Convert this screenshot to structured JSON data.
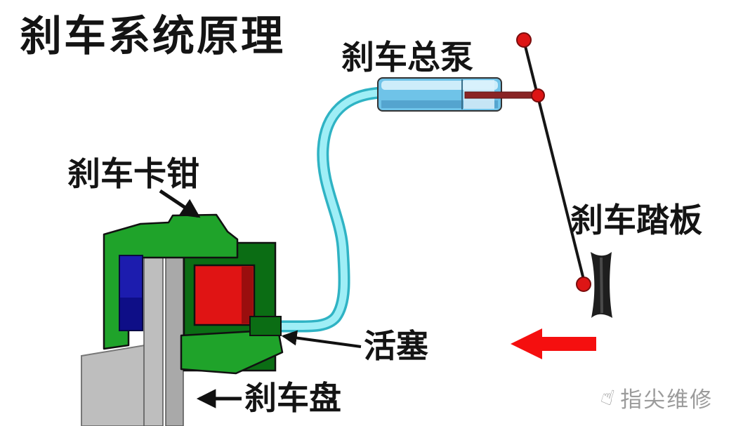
{
  "title": "刹车系统原理",
  "labels": {
    "master_cylinder": "刹车总泵",
    "brake_pedal": "刹车踏板",
    "brake_caliper": "刹车卡钳",
    "piston": "活塞",
    "brake_disc": "刹车盘"
  },
  "watermark": {
    "icon_glyph": "☝",
    "text": "指尖维修"
  },
  "colors": {
    "background": "#ffffff",
    "brake_line": "#9feef6",
    "brake_line_edge": "#2fb3c4",
    "cylinder_body": "#6fc3e8",
    "cylinder_light": "#d2effb",
    "rod": "#8a2424",
    "joint_red": "#dd1515",
    "caliper_green": "#1fa32a",
    "caliper_dark_green": "#0b6d14",
    "piston_blue": "#1c1cae",
    "piston_red": "#e01414",
    "disc_gray": "#bebebe",
    "arrow_red": "#f50f0f",
    "pedal_black": "#1e1e1e",
    "pointer_black": "#111111"
  }
}
